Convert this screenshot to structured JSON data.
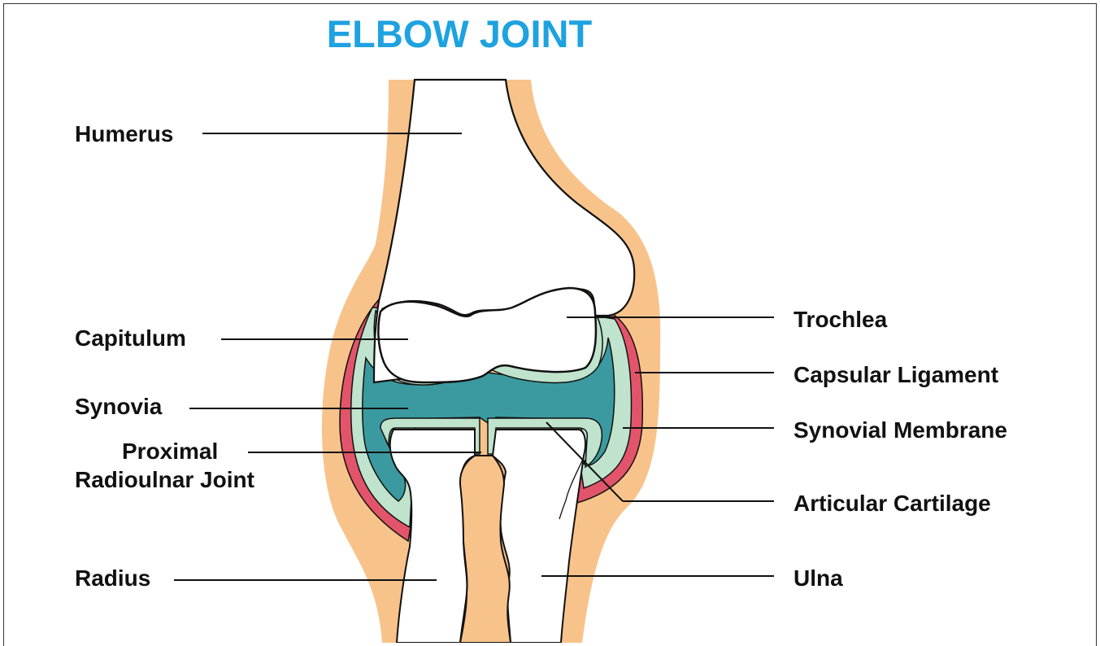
{
  "title": "ELBOW JOINT",
  "colors": {
    "title": "#1ea2e0",
    "soft_tissue": "#f8c38a",
    "bone": "#ffffff",
    "capsular_ligament": "#e2546a",
    "synovial_membrane": "#bfe3cc",
    "synovia": "#3a9aa0",
    "outline": "#111111"
  },
  "labels": {
    "humerus": "Humerus",
    "capitulum": "Capitulum",
    "synovia": "Synovia",
    "proximal_radioulnar_joint_line1": "Proximal",
    "proximal_radioulnar_joint_line2": "Radioulnar Joint",
    "radius": "Radius",
    "trochlea": "Trochlea",
    "capsular_ligament": "Capsular Ligament",
    "synovial_membrane": "Synovial Membrane",
    "articular_cartilage": "Articular Cartilage",
    "ulna": "Ulna"
  }
}
